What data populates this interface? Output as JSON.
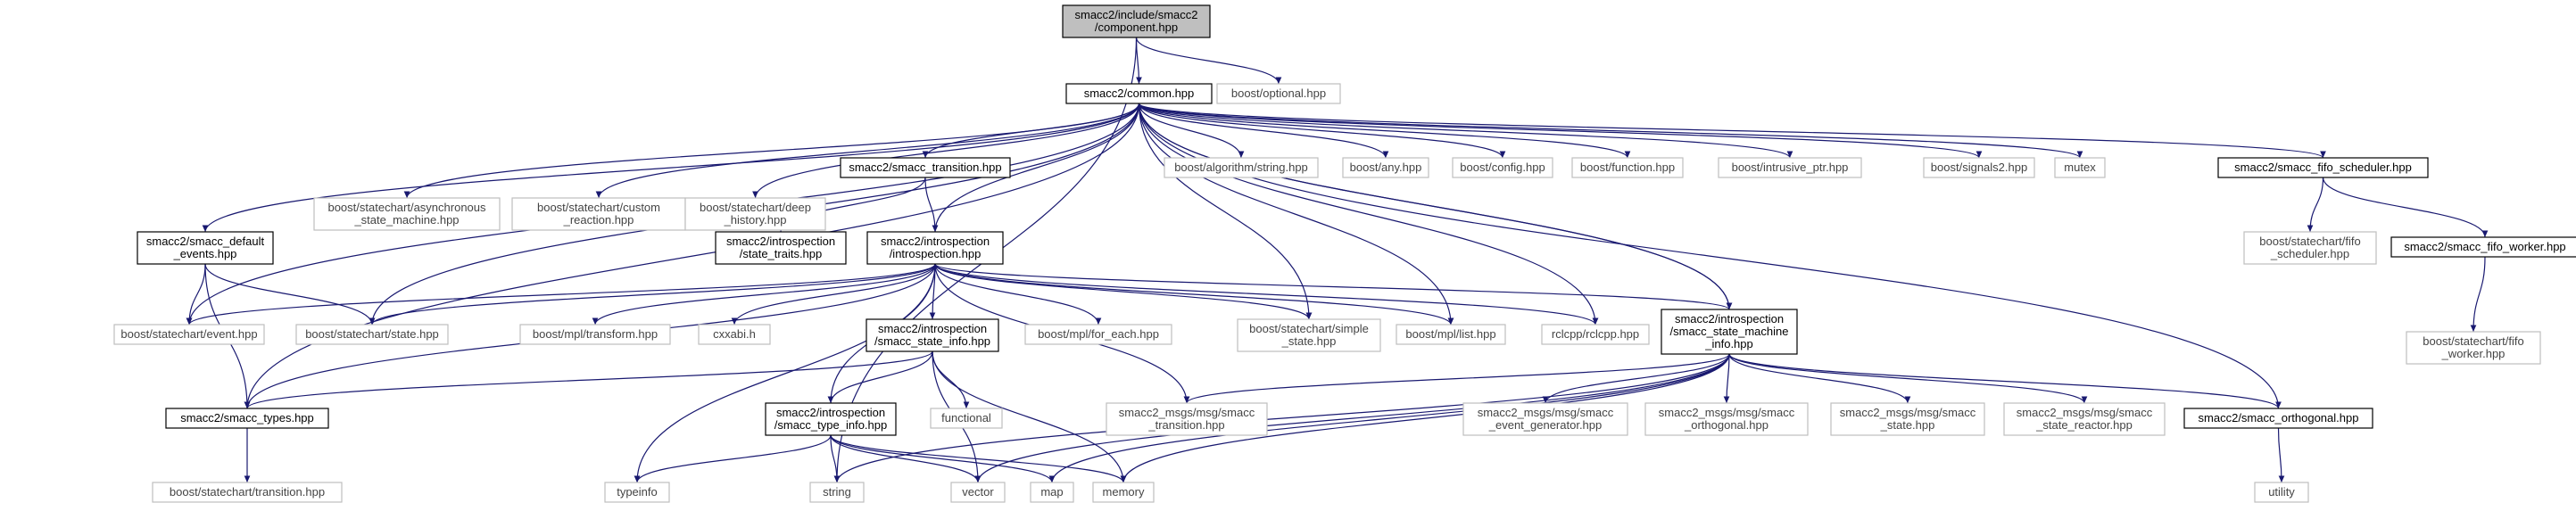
{
  "diagram": {
    "nodes": {
      "component": {
        "lines": [
          "smacc2/include/smacc2",
          "/component.hpp"
        ],
        "kind": "root"
      },
      "common": {
        "lines": [
          "smacc2/common.hpp"
        ],
        "kind": "primary"
      },
      "optional": {
        "lines": [
          "boost/optional.hpp"
        ],
        "kind": "external"
      },
      "default_events": {
        "lines": [
          "smacc2/smacc_default",
          "_events.hpp"
        ],
        "kind": "primary"
      },
      "async_sm": {
        "lines": [
          "boost/statechart/asynchronous",
          "_state_machine.hpp"
        ],
        "kind": "external"
      },
      "custom_reaction": {
        "lines": [
          "boost/statechart/custom",
          "_reaction.hpp"
        ],
        "kind": "external"
      },
      "deep_history": {
        "lines": [
          "boost/statechart/deep",
          "_history.hpp"
        ],
        "kind": "external"
      },
      "transition": {
        "lines": [
          "smacc2/smacc_transition.hpp"
        ],
        "kind": "primary"
      },
      "algo_string": {
        "lines": [
          "boost/algorithm/string.hpp"
        ],
        "kind": "external"
      },
      "any": {
        "lines": [
          "boost/any.hpp"
        ],
        "kind": "external"
      },
      "config": {
        "lines": [
          "boost/config.hpp"
        ],
        "kind": "external"
      },
      "function": {
        "lines": [
          "boost/function.hpp"
        ],
        "kind": "external"
      },
      "intrusive_ptr": {
        "lines": [
          "boost/intrusive_ptr.hpp"
        ],
        "kind": "external"
      },
      "signals2": {
        "lines": [
          "boost/signals2.hpp"
        ],
        "kind": "external"
      },
      "mutex": {
        "lines": [
          "mutex"
        ],
        "kind": "external"
      },
      "fifo_scheduler": {
        "lines": [
          "smacc2/smacc_fifo_scheduler.hpp"
        ],
        "kind": "primary"
      },
      "state_traits": {
        "lines": [
          "smacc2/introspection",
          "/state_traits.hpp"
        ],
        "kind": "primary"
      },
      "introspection": {
        "lines": [
          "smacc2/introspection",
          "/introspection.hpp"
        ],
        "kind": "primary"
      },
      "sc_fifo_scheduler": {
        "lines": [
          "boost/statechart/fifo",
          "_scheduler.hpp"
        ],
        "kind": "external"
      },
      "fifo_worker": {
        "lines": [
          "smacc2/smacc_fifo_worker.hpp"
        ],
        "kind": "primary"
      },
      "event": {
        "lines": [
          "boost/statechart/event.hpp"
        ],
        "kind": "external"
      },
      "state": {
        "lines": [
          "boost/statechart/state.hpp"
        ],
        "kind": "external"
      },
      "mpl_transform": {
        "lines": [
          "boost/mpl/transform.hpp"
        ],
        "kind": "external"
      },
      "cxxabi": {
        "lines": [
          "cxxabi.h"
        ],
        "kind": "external"
      },
      "state_info": {
        "lines": [
          "smacc2/introspection",
          "/smacc_state_info.hpp"
        ],
        "kind": "primary"
      },
      "mpl_for_each": {
        "lines": [
          "boost/mpl/for_each.hpp"
        ],
        "kind": "external"
      },
      "simple_state": {
        "lines": [
          "boost/statechart/simple",
          "_state.hpp"
        ],
        "kind": "external"
      },
      "mpl_list": {
        "lines": [
          "boost/mpl/list.hpp"
        ],
        "kind": "external"
      },
      "rclcpp": {
        "lines": [
          "rclcpp/rclcpp.hpp"
        ],
        "kind": "external"
      },
      "sm_info": {
        "lines": [
          "smacc2/introspection",
          "/smacc_state_machine",
          "_info.hpp"
        ],
        "kind": "primary"
      },
      "sc_fifo_worker": {
        "lines": [
          "boost/statechart/fifo",
          "_worker.hpp"
        ],
        "kind": "external"
      },
      "smacc_types": {
        "lines": [
          "smacc2/smacc_types.hpp"
        ],
        "kind": "primary"
      },
      "functional": {
        "lines": [
          "functional"
        ],
        "kind": "external"
      },
      "msg_transition": {
        "lines": [
          "smacc2_msgs/msg/smacc",
          "_transition.hpp"
        ],
        "kind": "external"
      },
      "msg_event_gen": {
        "lines": [
          "smacc2_msgs/msg/smacc",
          "_event_generator.hpp"
        ],
        "kind": "external"
      },
      "msg_orthogonal": {
        "lines": [
          "smacc2_msgs/msg/smacc",
          "_orthogonal.hpp"
        ],
        "kind": "external"
      },
      "msg_state": {
        "lines": [
          "smacc2_msgs/msg/smacc",
          "_state.hpp"
        ],
        "kind": "external"
      },
      "msg_state_reactor": {
        "lines": [
          "smacc2_msgs/msg/smacc",
          "_state_reactor.hpp"
        ],
        "kind": "external"
      },
      "orthogonal": {
        "lines": [
          "smacc2/smacc_orthogonal.hpp"
        ],
        "kind": "primary"
      },
      "sc_transition": {
        "lines": [
          "boost/statechart/transition.hpp"
        ],
        "kind": "external"
      },
      "type_info": {
        "lines": [
          "smacc2/introspection",
          "/smacc_type_info.hpp"
        ],
        "kind": "primary"
      },
      "typeinfo": {
        "lines": [
          "typeinfo"
        ],
        "kind": "external"
      },
      "string": {
        "lines": [
          "string"
        ],
        "kind": "external"
      },
      "vector": {
        "lines": [
          "vector"
        ],
        "kind": "external"
      },
      "map": {
        "lines": [
          "map"
        ],
        "kind": "external"
      },
      "memory": {
        "lines": [
          "memory"
        ],
        "kind": "external"
      },
      "utility": {
        "lines": [
          "utility"
        ],
        "kind": "external"
      }
    },
    "edges": [
      [
        "component",
        "common"
      ],
      [
        "component",
        "optional"
      ],
      [
        "component",
        "string"
      ],
      [
        "common",
        "default_events"
      ],
      [
        "common",
        "async_sm"
      ],
      [
        "common",
        "custom_reaction"
      ],
      [
        "common",
        "deep_history"
      ],
      [
        "common",
        "transition"
      ],
      [
        "common",
        "algo_string"
      ],
      [
        "common",
        "any"
      ],
      [
        "common",
        "config"
      ],
      [
        "common",
        "function"
      ],
      [
        "common",
        "intrusive_ptr"
      ],
      [
        "common",
        "signals2"
      ],
      [
        "common",
        "mutex"
      ],
      [
        "common",
        "fifo_scheduler"
      ],
      [
        "common",
        "introspection"
      ],
      [
        "common",
        "event"
      ],
      [
        "common",
        "state"
      ],
      [
        "common",
        "smacc_types"
      ],
      [
        "common",
        "simple_state"
      ],
      [
        "common",
        "mpl_list"
      ],
      [
        "common",
        "rclcpp"
      ],
      [
        "default_events",
        "event"
      ],
      [
        "default_events",
        "state"
      ],
      [
        "default_events",
        "smacc_types"
      ],
      [
        "transition",
        "state_traits"
      ],
      [
        "transition",
        "introspection"
      ],
      [
        "fifo_scheduler",
        "sc_fifo_scheduler"
      ],
      [
        "fifo_scheduler",
        "fifo_worker"
      ],
      [
        "fifo_worker",
        "sc_fifo_worker"
      ],
      [
        "introspection",
        "event"
      ],
      [
        "introspection",
        "state"
      ],
      [
        "introspection",
        "mpl_transform"
      ],
      [
        "introspection",
        "cxxabi"
      ],
      [
        "introspection",
        "state_info"
      ],
      [
        "introspection",
        "mpl_for_each"
      ],
      [
        "introspection",
        "simple_state"
      ],
      [
        "introspection",
        "mpl_list"
      ],
      [
        "introspection",
        "rclcpp"
      ],
      [
        "introspection",
        "sm_info"
      ],
      [
        "introspection",
        "smacc_types"
      ],
      [
        "introspection",
        "type_info"
      ],
      [
        "introspection",
        "typeinfo"
      ],
      [
        "introspection",
        "msg_transition"
      ],
      [
        "state_info",
        "smacc_types"
      ],
      [
        "state_info",
        "type_info"
      ],
      [
        "state_info",
        "functional"
      ],
      [
        "state_info",
        "vector"
      ],
      [
        "state_info",
        "memory"
      ],
      [
        "sm_info",
        "common"
      ],
      [
        "sm_info",
        "msg_transition"
      ],
      [
        "sm_info",
        "msg_event_gen"
      ],
      [
        "sm_info",
        "msg_orthogonal"
      ],
      [
        "sm_info",
        "msg_state"
      ],
      [
        "sm_info",
        "msg_state_reactor"
      ],
      [
        "sm_info",
        "orthogonal"
      ],
      [
        "sm_info",
        "string"
      ],
      [
        "sm_info",
        "vector"
      ],
      [
        "sm_info",
        "map"
      ],
      [
        "sm_info",
        "memory"
      ],
      [
        "orthogonal",
        "common"
      ],
      [
        "orthogonal",
        "utility"
      ],
      [
        "smacc_types",
        "sc_transition"
      ],
      [
        "type_info",
        "typeinfo"
      ],
      [
        "type_info",
        "string"
      ],
      [
        "type_info",
        "vector"
      ],
      [
        "type_info",
        "map"
      ],
      [
        "type_info",
        "memory"
      ],
      [
        "common",
        "sm_info"
      ]
    ]
  }
}
